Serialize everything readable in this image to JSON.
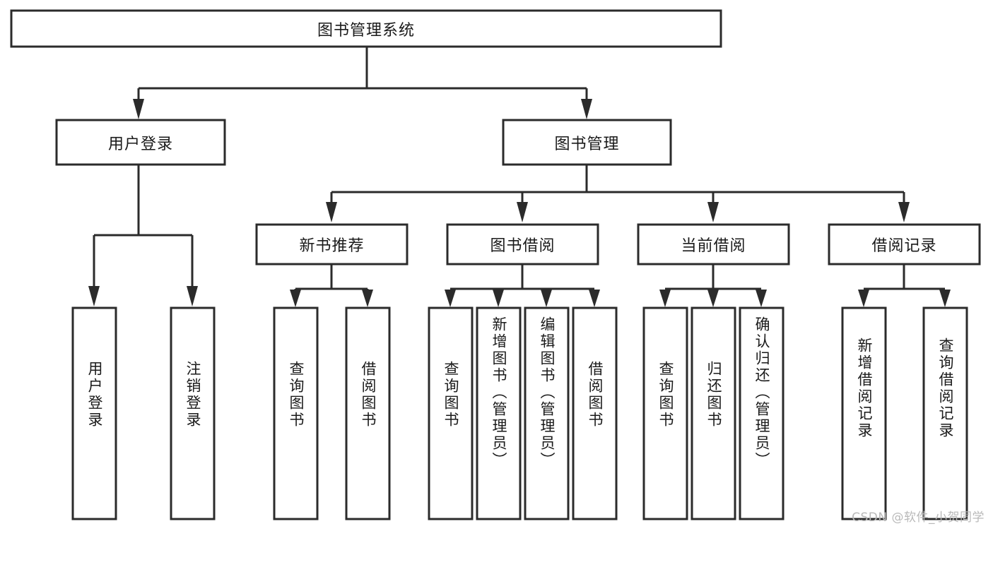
{
  "diagram": {
    "title": "图书管理系统",
    "type": "tree",
    "watermark": "CSDN @软件_小贺同学",
    "style": {
      "box_fill": "#ffffff",
      "box_stroke": "#2b2b2b",
      "text_color": "#1a1a1a",
      "watermark_color": "#b9b9b9",
      "background": "#ffffff"
    },
    "levels": {
      "root": {
        "id": "root",
        "label": "图书管理系统",
        "orientation": "horizontal"
      },
      "level1": [
        {
          "id": "user-login",
          "label": "用户登录",
          "orientation": "horizontal"
        },
        {
          "id": "book-manage",
          "label": "图书管理",
          "orientation": "horizontal"
        }
      ],
      "level2": [
        {
          "id": "new-book-recommend",
          "label": "新书推荐",
          "parent": "book-manage",
          "orientation": "horizontal"
        },
        {
          "id": "book-borrow",
          "label": "图书借阅",
          "parent": "book-manage",
          "orientation": "horizontal"
        },
        {
          "id": "current-borrow",
          "label": "当前借阅",
          "parent": "book-manage",
          "orientation": "horizontal"
        },
        {
          "id": "borrow-record",
          "label": "借阅记录",
          "parent": "book-manage",
          "orientation": "horizontal"
        }
      ],
      "leaves": [
        {
          "id": "leaf-user-login",
          "label": "用户登录",
          "parent": "user-login",
          "orientation": "vertical"
        },
        {
          "id": "leaf-logout",
          "label": "注销登录",
          "parent": "user-login",
          "orientation": "vertical"
        },
        {
          "id": "leaf-query-book-1",
          "label": "查询图书",
          "parent": "new-book-recommend",
          "orientation": "vertical"
        },
        {
          "id": "leaf-borrow-book-1",
          "label": "借阅图书",
          "parent": "new-book-recommend",
          "orientation": "vertical"
        },
        {
          "id": "leaf-query-book-2",
          "label": "查询图书",
          "parent": "book-borrow",
          "orientation": "vertical"
        },
        {
          "id": "leaf-add-book",
          "label": "新增图书（管理员）",
          "parent": "book-borrow",
          "orientation": "vertical"
        },
        {
          "id": "leaf-edit-book",
          "label": "编辑图书（管理员）",
          "parent": "book-borrow",
          "orientation": "vertical"
        },
        {
          "id": "leaf-borrow-book-2",
          "label": "借阅图书",
          "parent": "book-borrow",
          "orientation": "vertical"
        },
        {
          "id": "leaf-query-book-3",
          "label": "查询图书",
          "parent": "current-borrow",
          "orientation": "vertical"
        },
        {
          "id": "leaf-return-book",
          "label": "归还图书",
          "parent": "current-borrow",
          "orientation": "vertical"
        },
        {
          "id": "leaf-confirm-return",
          "label": "确认归还（管理员）",
          "parent": "current-borrow",
          "orientation": "vertical"
        },
        {
          "id": "leaf-add-record",
          "label": "新增借阅记录",
          "parent": "borrow-record",
          "orientation": "vertical"
        },
        {
          "id": "leaf-query-record",
          "label": "查询借阅记录",
          "parent": "borrow-record",
          "orientation": "vertical"
        }
      ]
    }
  }
}
